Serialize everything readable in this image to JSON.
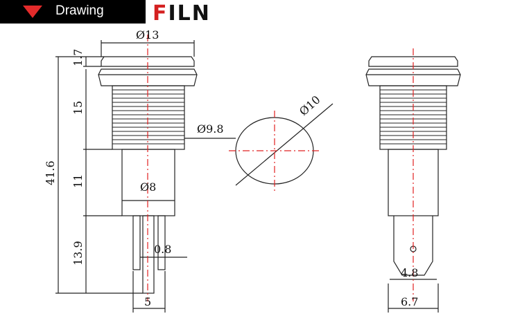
{
  "header": {
    "title": "Drawing",
    "arrow_icon": "triangle-down-icon",
    "accent": "#e32b2b"
  },
  "brand": {
    "first_letter": "F",
    "rest": "ILN",
    "first_color": "#d42020"
  },
  "dimensions": {
    "head_diameter": "Ø13",
    "head_height": "1.7",
    "thread_length": "15",
    "total_length": "41.6",
    "body_length": "11",
    "pin_length": "13.9",
    "thread_diameter": "Ø9.8",
    "body_diameter": "Ø8",
    "pin_thickness": "0.8",
    "pin_spacing": "5",
    "lens_diameter": "Ø10",
    "side_pin_width": "4.8",
    "side_width": "6.7"
  }
}
